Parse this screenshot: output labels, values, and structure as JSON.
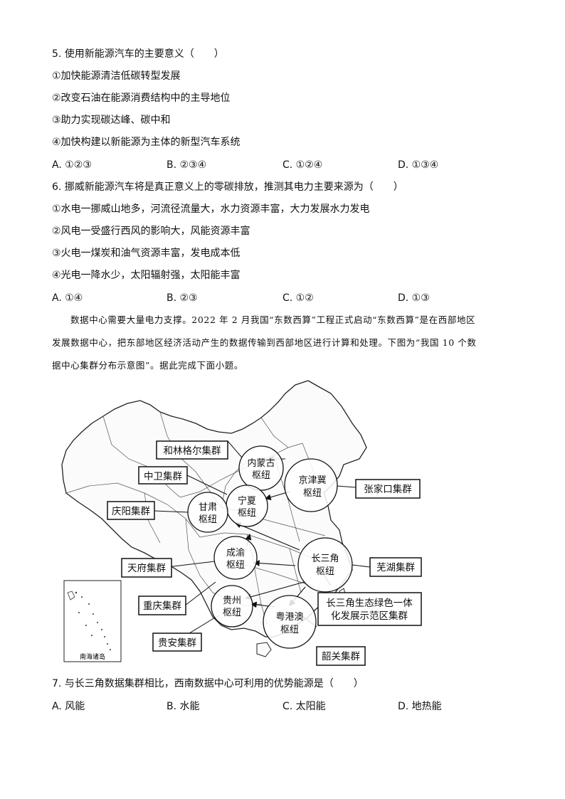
{
  "q5": {
    "stem": "5. 使用新能源汽车的主要意义（　　）",
    "items": [
      "①加快能源清洁低碳转型发展",
      "②改变石油在能源消费结构中的主导地位",
      "③助力实现碳达峰、碳中和",
      "④加快构建以新能源为主体的新型汽车系统"
    ],
    "options": [
      "A. ①②③",
      "B. ②③④",
      "C. ①②④",
      "D. ①③④"
    ]
  },
  "q6": {
    "stem": "6. 挪威新能源汽车将是真正意义上的零碳排放，推测其电力主要来源为（　　）",
    "items": [
      "①水电一挪威山地多，河流径流量大，水力资源丰富，大力发展水力发电",
      "②风电一受盛行西风的影响大，风能资源丰富",
      "③火电一煤炭和油气资源丰富，发电成本低",
      "④光电一降水少，太阳辐射强，太阳能丰富"
    ],
    "options": [
      "A. ①④",
      "B. ②③",
      "C. ①②",
      "D. ①③"
    ]
  },
  "passage": {
    "lines": [
      "数据中心需要大量电力支撑。2022 年 2 月我国“东数西算”工程正式启动“东数西算”是在西部地区",
      "发展数据中心，把东部地区经济活动产生的数据传输到西部地区进行计算和处理。下图为“我国 10 个数",
      "据中心集群分布示意图”。据此完成下面小题。"
    ]
  },
  "map": {
    "clusters": [
      "和林格尔集群",
      "中卫集群",
      "庆阳集群",
      "天府集群",
      "重庆集群",
      "贵安集群",
      "张家口集群",
      "芜湖集群",
      "长三角生态绿色一体",
      "化发展示范区集群",
      "韶关集群"
    ],
    "hubs": [
      {
        "l1": "内蒙古",
        "l2": "枢纽"
      },
      {
        "l1": "京津冀",
        "l2": "枢纽"
      },
      {
        "l1": "宁夏",
        "l2": "枢纽"
      },
      {
        "l1": "甘肃",
        "l2": "枢纽"
      },
      {
        "l1": "成渝",
        "l2": "枢纽"
      },
      {
        "l1": "长三角",
        "l2": "枢纽"
      },
      {
        "l1": "贵州",
        "l2": "枢纽"
      },
      {
        "l1": "粤港澳",
        "l2": "枢纽"
      }
    ],
    "inset_label": "南海诸岛"
  },
  "q7": {
    "stem": "7. 与长三角数据集群相比，西南数据中心可利用的优势能源是（　　）",
    "options": [
      "A. 风能",
      "B. 水能",
      "C. 太阳能",
      "D. 地热能"
    ]
  }
}
